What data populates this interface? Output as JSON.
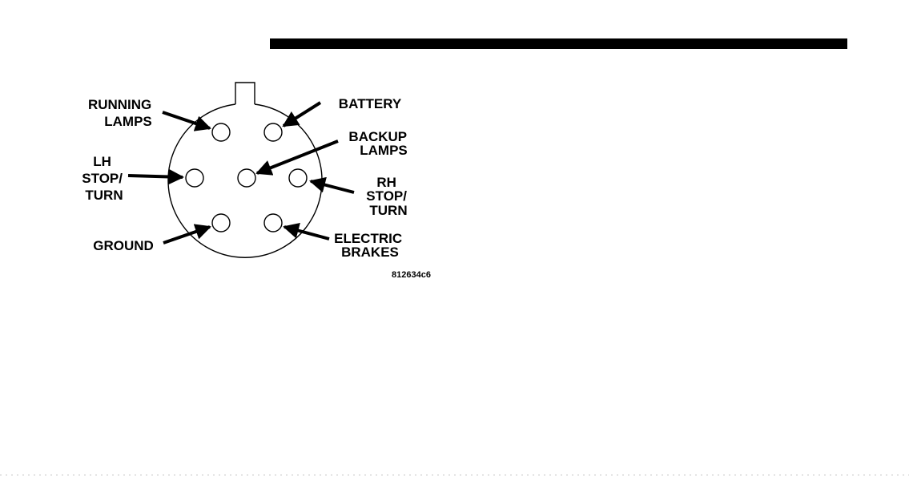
{
  "diagram": {
    "labels": {
      "running_lamps": [
        "RUNNING",
        "LAMPS"
      ],
      "lh_stop_turn": [
        "LH",
        "STOP/",
        "TURN"
      ],
      "ground": [
        "GROUND"
      ],
      "battery": [
        "BATTERY"
      ],
      "backup_lamps": [
        "BACKUP",
        "LAMPS"
      ],
      "rh_stop_turn": [
        "RH",
        "STOP/",
        "TURN"
      ],
      "electric_brakes": [
        "ELECTRIC",
        "BRAKES"
      ]
    },
    "figure_code": "812634c6"
  }
}
